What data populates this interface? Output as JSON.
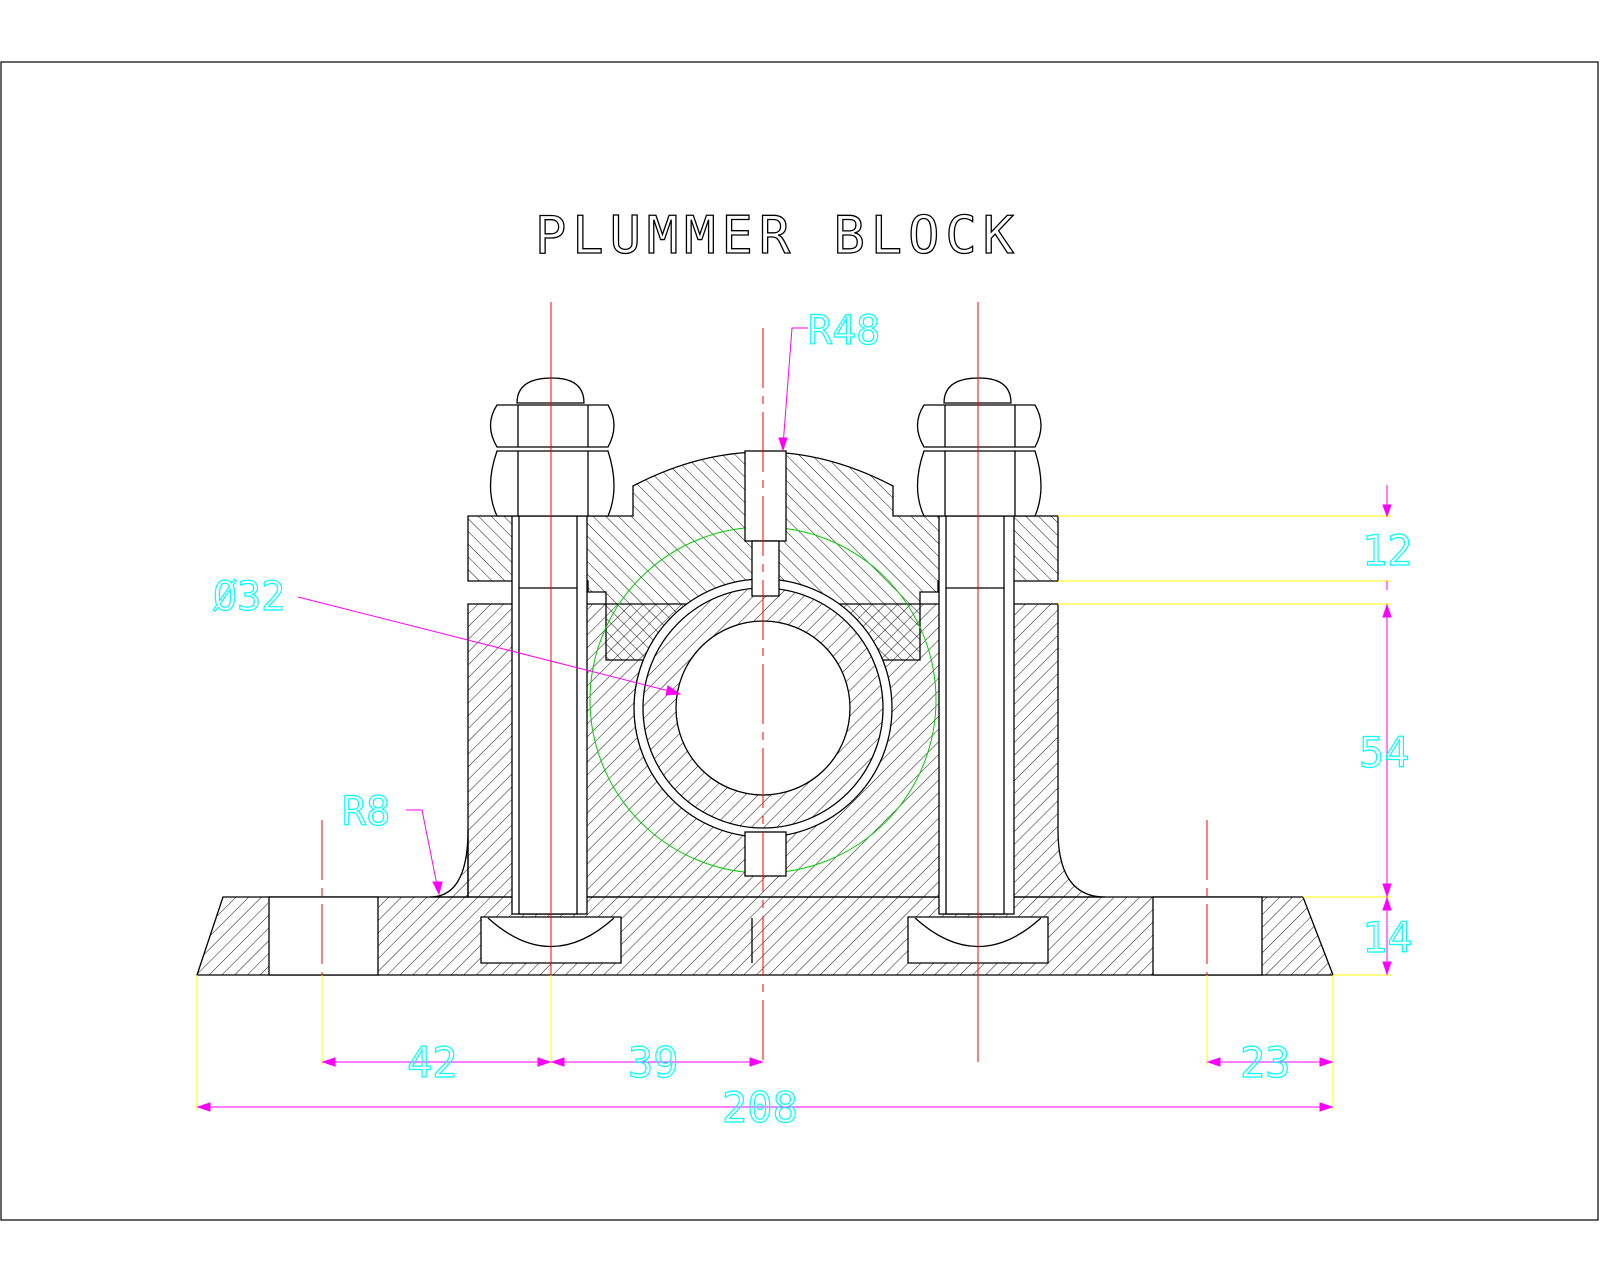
{
  "title": "PLUMMER BLOCK",
  "colors": {
    "outline": "#000000",
    "hatch": "#000000",
    "centerline": "#ff0000",
    "dimension_line": "#ff00ff",
    "extension_line": "#ffff00",
    "dimension_text": "#00ffff",
    "construction_circle": "#00cc00"
  },
  "dimensions": {
    "bearing_radius": "R48",
    "bore_diameter": "Ø32",
    "fillet_radius": "R8",
    "cap_thickness": "12",
    "body_height": "54",
    "base_thickness": "14",
    "bolt_hole_offset": "42",
    "bolt_to_center": "39",
    "right_hole_offset": "23",
    "overall_length": "208"
  }
}
